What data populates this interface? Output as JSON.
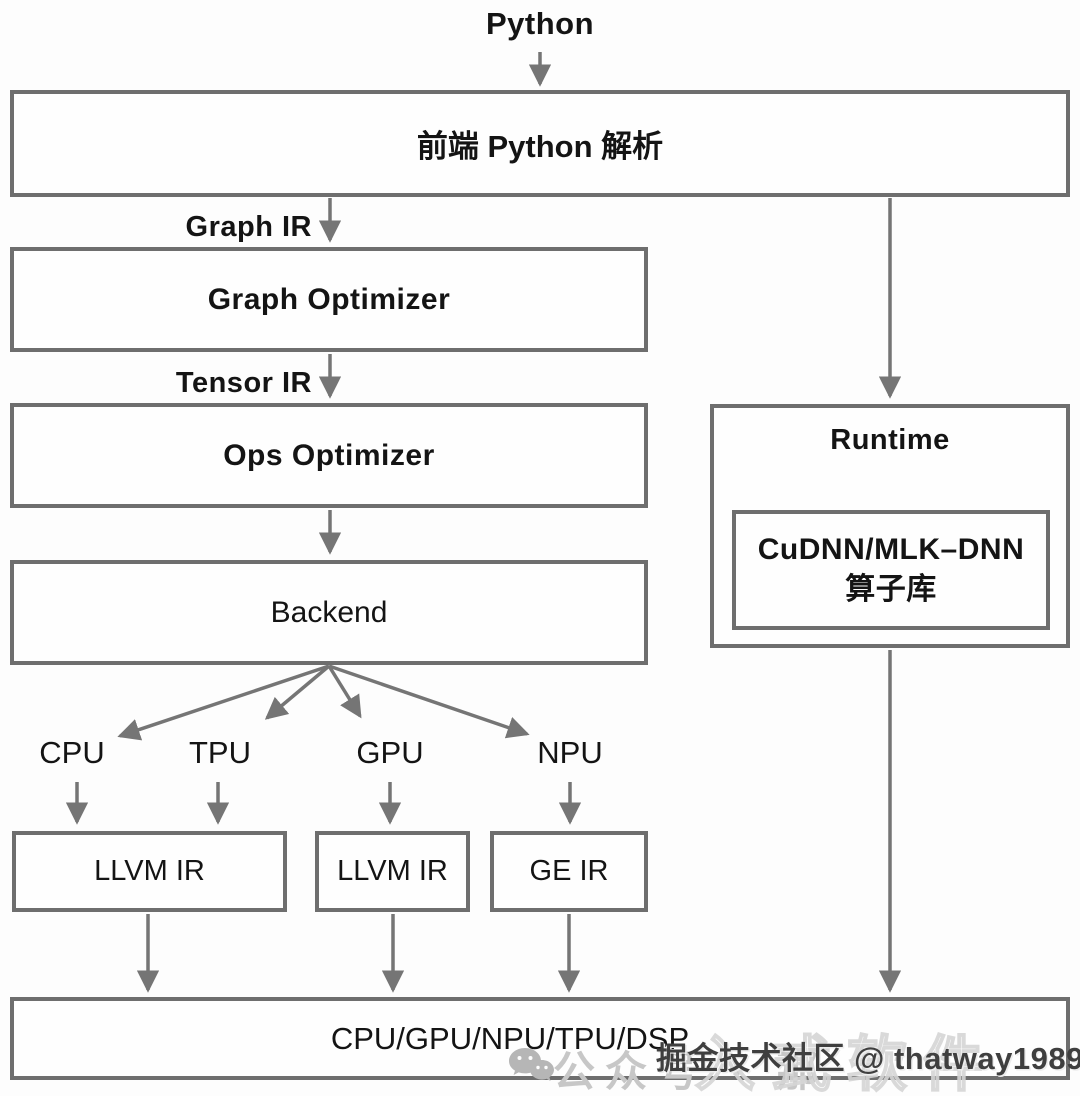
{
  "diagram": {
    "source_label": "Python",
    "boxes": {
      "frontend": "前端 Python 解析",
      "graph_optimizer": "Graph Optimizer",
      "ops_optimizer": "Ops Optimizer",
      "backend": "Backend",
      "llvm_ir_left": "LLVM IR",
      "llvm_ir_mid": "LLVM IR",
      "ge_ir": "GE IR",
      "hardware": "CPU/GPU/NPU/TPU/DSP",
      "runtime": "Runtime",
      "ops_lib_line1": "CuDNN/MLK–DNN",
      "ops_lib_line2": "算子库"
    },
    "edge_labels": {
      "graph_ir": "Graph IR",
      "tensor_ir": "Tensor IR"
    },
    "targets": [
      "CPU",
      "TPU",
      "GPU",
      "NPU"
    ]
  },
  "watermark": {
    "wechat_icon": "wechat-icon",
    "light_text": "公众号 · 那",
    "outline_fragment": "入式软件",
    "dark_text": "掘金技术社区 @ thatway1989"
  },
  "colors": {
    "box_border": "#6e6e6e",
    "arrow": "#757575",
    "text": "#141414",
    "watermark_light": "#c7c7c7",
    "watermark_dark": "#3f3f3f",
    "background": "#fdfdfd"
  }
}
